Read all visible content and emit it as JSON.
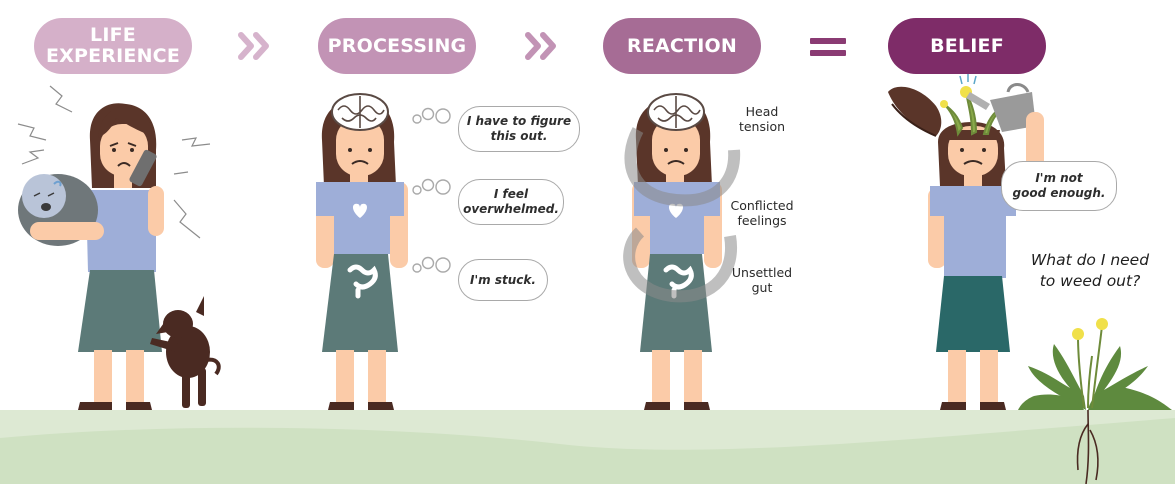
{
  "steps": [
    {
      "line1": "LIFE",
      "line2": "EXPERIENCE"
    },
    {
      "line1": "PROCESSING",
      "line2": ""
    },
    {
      "line1": "REACTION",
      "line2": ""
    },
    {
      "line1": "BELIEF",
      "line2": ""
    }
  ],
  "thoughts": {
    "figure_out": {
      "line1": "I have to figure",
      "line2": "this out."
    },
    "overwhelmed": {
      "line1": "I feel",
      "line2": "overwhelmed."
    },
    "stuck": "I'm stuck."
  },
  "reaction_labels": {
    "head": {
      "line1": "Head",
      "line2": "tension"
    },
    "feelings": {
      "line1": "Conflicted",
      "line2": "feelings"
    },
    "gut": {
      "line1": "Unsettled",
      "line2": "gut"
    }
  },
  "belief_thought": {
    "line1": "I'm not",
    "line2": "good enough."
  },
  "question": {
    "line1": "What do I need",
    "line2": "to weed out?"
  },
  "colors": {
    "pill1": "#d5b0c9",
    "pill2": "#c293b5",
    "pill3": "#a66c95",
    "pill4": "#7e2c68",
    "arrows": "#d6b3cc",
    "equals": "#8a3b73",
    "hair": "#5a3529",
    "skin": "#fbcba8",
    "shirt": "#9eaed8",
    "skirt": "#5c7a78",
    "skirt_belief": "#2a6868",
    "ground": "#d9e8cf",
    "dog": "#4a2a22"
  },
  "icons": [
    "double-chevron-icon",
    "equals-icon",
    "brain-icon",
    "heart-icon",
    "gut-icon",
    "watering-can-icon",
    "weed-icon",
    "baby-icon",
    "dog-icon",
    "phone-icon"
  ]
}
